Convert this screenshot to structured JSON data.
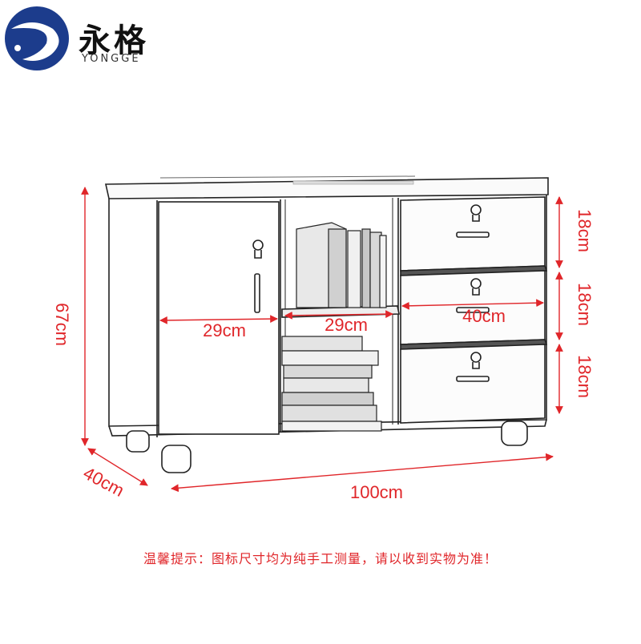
{
  "brand": {
    "name_cn": "永格",
    "name_en": "YONGGE",
    "logo_color": "#1c3c8c"
  },
  "dimensions": {
    "height": "67cm",
    "depth": "40cm",
    "width": "100cm",
    "door_width": "29cm",
    "shelf_width": "29cm",
    "drawer_width": "40cm",
    "drawer_1_height": "18cm",
    "drawer_2_height": "18cm",
    "drawer_3_height": "18cm"
  },
  "notice": "温馨提示：图标尺寸均为纯手工测量，请以收到实物为准！",
  "colors": {
    "dimension_line": "#e0262a",
    "outline": "#222222"
  }
}
